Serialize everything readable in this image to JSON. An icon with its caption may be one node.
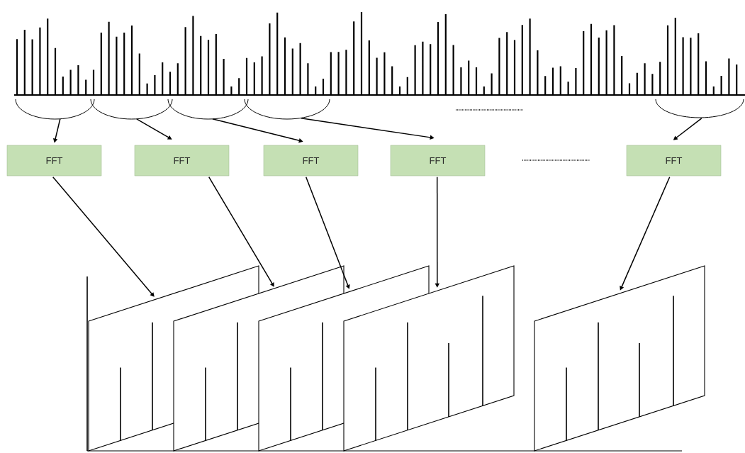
{
  "diagram": {
    "nodes": [
      {
        "text": [],
        "shape": "arc"
      },
      {
        "text": [],
        "shape": "arc"
      },
      {
        "text": [],
        "shape": "arc"
      },
      {
        "text": [],
        "shape": "arc"
      },
      {
        "text": [],
        "shape": "arc"
      },
      {
        "text": [
          "FFT"
        ]
      },
      {
        "text": [
          "FFT"
        ]
      },
      {
        "text": [
          "FFT"
        ]
      },
      {
        "text": [
          "FFT"
        ]
      },
      {
        "text": [
          "FFT"
        ]
      },
      {
        "text": [],
        "shape": "parallelogram"
      },
      {
        "text": [],
        "shape": "parallelogram"
      },
      {
        "text": [],
        "shape": "parallelogram"
      },
      {
        "text": [],
        "shape": "parallelogram"
      },
      {
        "text": [],
        "shape": "parallelogram"
      }
    ],
    "edges": [
      {
        "from": 0,
        "to": 5,
        "arrow": "to"
      },
      {
        "from": 1,
        "to": 6,
        "arrow": "to"
      },
      {
        "from": 2,
        "to": 7,
        "arrow": "to"
      },
      {
        "from": 3,
        "to": 8,
        "arrow": "to"
      },
      {
        "from": 4,
        "to": 9,
        "arrow": "to"
      },
      {
        "from": 5,
        "to": 10,
        "arrow": "to"
      },
      {
        "from": 6,
        "to": 11,
        "arrow": "to"
      },
      {
        "from": 7,
        "to": 12,
        "arrow": "to"
      },
      {
        "from": 8,
        "to": 13,
        "arrow": "to"
      },
      {
        "from": 9,
        "to": 14,
        "arrow": "to"
      }
    ]
  }
}
